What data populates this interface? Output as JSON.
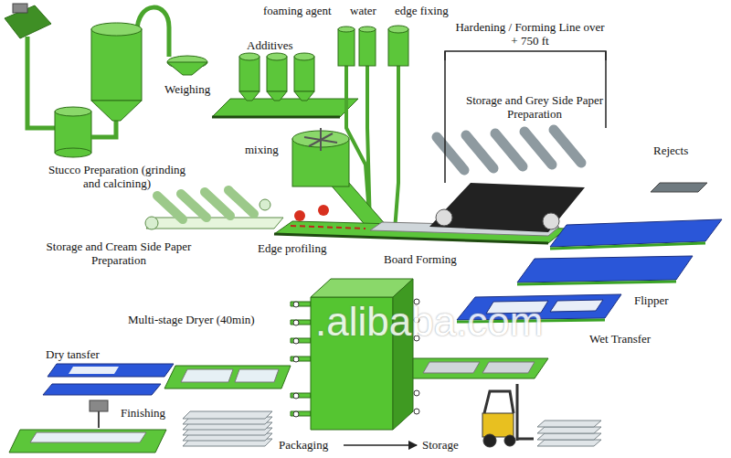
{
  "diagram": {
    "labels": [
      "foaming agent",
      "water",
      "edge fixing",
      "Hardening / Forming Line over + 750 ft",
      "Additives",
      "Weighing",
      "Storage and Grey Side Paper Preparation",
      "mixing",
      "Rejects",
      "Stucco Preparation (grinding and calcining)",
      "Storage and Cream Side Paper Preparation",
      "Edge profiling",
      "Board Forming",
      "Flipper",
      "Multi-stage Dryer (40min)",
      ".alibaba.com",
      "Wet Transfer",
      "Dry tansfer",
      "Finishing",
      "Packaging",
      "Storage"
    ]
  }
}
